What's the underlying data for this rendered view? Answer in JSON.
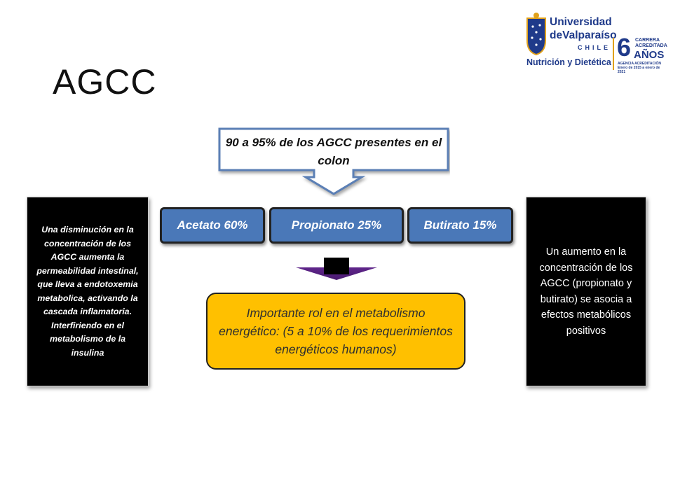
{
  "slide": {
    "title": "AGCC"
  },
  "logo": {
    "university_line1": "Universidad",
    "university_line2": "deValparaíso",
    "country": "CHILE",
    "program": "Nutrición y Dietética",
    "accreditation_years": "6",
    "accreditation_label": "CARRERA ACREDITADA",
    "accreditation_unit": "AÑOS",
    "agency_text": "AGENCIA ACREDITACIÓN Enero de 2015 a enero de 2021"
  },
  "diagram": {
    "top_callout": "90 a 95% de los AGCC presentes en el colon",
    "boxes": [
      {
        "label": "Acetato 60%"
      },
      {
        "label": "Propionato  25%"
      },
      {
        "label": "Butirato  15%"
      }
    ],
    "result_box": "Importante rol en el metabolismo energético: (5 a 10% de los requerimientos energéticos humanos)",
    "left_note": "Una disminución en la concentración de los AGCC aumenta la permeabilidad intestinal, que lleva a endotoxemia metabolica, activando la cascada inflamatoria. Interfiriendo en el metabolismo de la insulina",
    "right_note": "Un aumento en la concentración de los AGCC (propionato y butirato) se asocia a efectos metabólicos positivos"
  },
  "colors": {
    "blue_box": "#4a78b8",
    "callout_border": "#5b7fb5",
    "yellow_box": "#ffc000",
    "arrow_purple": "#7030a0",
    "logo_blue": "#1f3a8a",
    "logo_gold": "#e0a11b"
  }
}
